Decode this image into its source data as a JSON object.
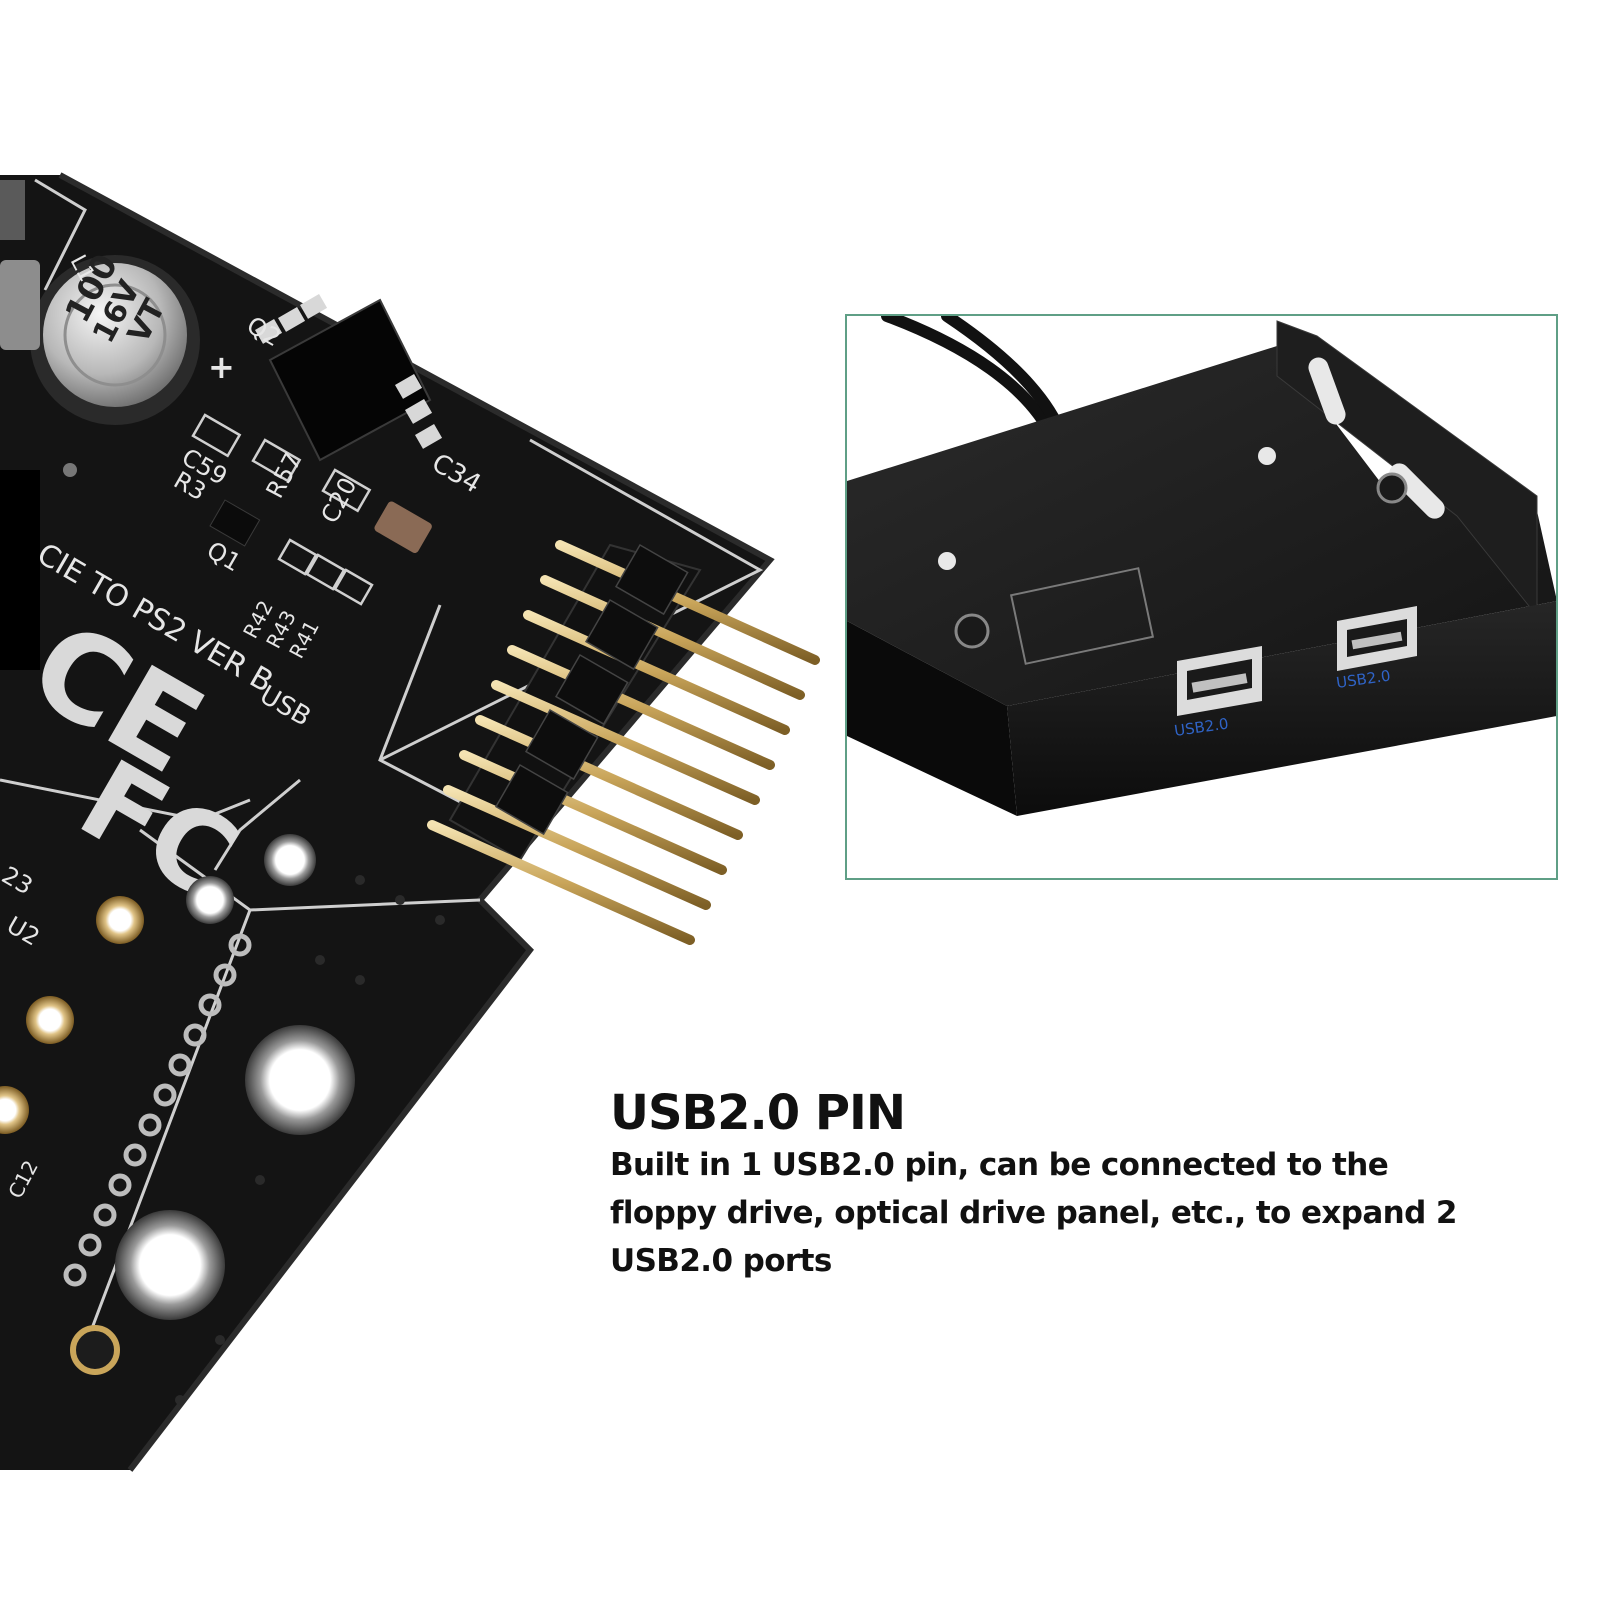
{
  "caption": {
    "title": "USB2.0 PIN",
    "body": "Built in 1 USB2.0 pin, can be connected to the floppy drive, optical drive panel, etc., to expand 2 USB2.0 ports"
  },
  "board": {
    "silkscreen": {
      "inductor": "L1",
      "capacitor_value": "100",
      "capacitor_voltage": "16V",
      "capacitor_series": "VT",
      "q2": "Q2",
      "plus": "+",
      "c59": "C59",
      "r3": "R3",
      "r57": "R57",
      "c20": "C20",
      "c34": "C34",
      "q1": "Q1",
      "product_line": "CIE TO PS2 VER B",
      "usb": "USB",
      "r42": "R42",
      "r43": "R43",
      "r41": "R41",
      "u2": "U2",
      "c23": "23",
      "c12": "C12"
    },
    "logos": {
      "ce": "CE",
      "fc": "FC"
    }
  },
  "panel": {
    "port_labels": [
      "USB2.0",
      "USB2.0"
    ]
  },
  "colors": {
    "pcb": "#141414",
    "silkscreen": "#e6e6e6",
    "gold": "#c9a55a",
    "frame": "#5f9f86",
    "usb_label": "#2f63c6"
  }
}
